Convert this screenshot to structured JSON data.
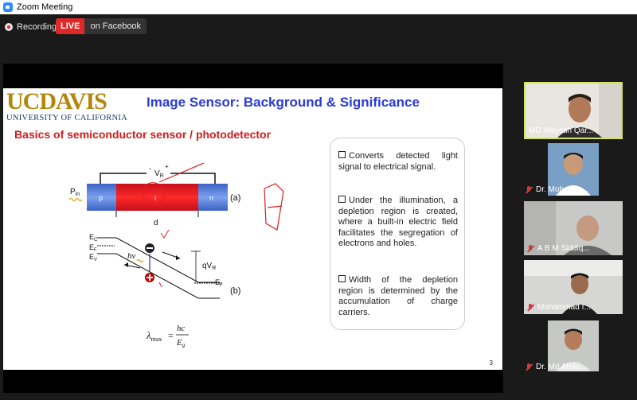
{
  "window": {
    "title": "Zoom Meeting"
  },
  "meeting_bar": {
    "recording_label": "Recording",
    "live_label": "LIVE",
    "destination_label": "on Facebook"
  },
  "slide": {
    "logo_main": "UCDAVIS",
    "logo_sub": "UNIVERSITY OF CALIFORNIA",
    "title": "Image Sensor: Background & Significance",
    "subtitle": "Basics of semiconductor sensor / photodetector",
    "page_number": "3",
    "diagram": {
      "p_in": "P",
      "p_in_sub": "in",
      "vr_label": "V",
      "vr_sub": "R",
      "minus": "-",
      "plus": "+",
      "p_label": "p",
      "i_label": "i",
      "n_label": "n",
      "d_label": "d",
      "ec_label": "E",
      "ec_sub": "C",
      "ef_label": "E",
      "ef_sub": "F",
      "ev_label": "E",
      "ev_sub": "V",
      "ef_right": "E",
      "ef_right_sub": "F",
      "hv_label": "hv",
      "qvr_label": "qV",
      "qvr_sub": "R",
      "label_a": "(a)",
      "label_b": "(b)",
      "formula_lambda": "λ",
      "formula_sub": "max",
      "formula_eq": "=",
      "formula_num": "hc",
      "formula_den": "E",
      "formula_den_sub": "g"
    },
    "bullets": [
      "Converts detected light signal to electrical signal.",
      "Under the illumination, a depletion region is created, where a built-in electric field facilitates the segregation of electrons and holes.",
      "Width of the depletion region is determined by the accumulation of charge carriers."
    ]
  },
  "participants": [
    {
      "name": "MD Wayesh Qar...",
      "muted": false,
      "active": true
    },
    {
      "name": "Dr. Mohamm...",
      "muted": true,
      "active": false
    },
    {
      "name": "A B M Siddiq...",
      "muted": true,
      "active": false
    },
    {
      "name": "Mohammad I...",
      "muted": true,
      "active": false
    },
    {
      "name": "Dr. Md Abdu...",
      "muted": true,
      "active": false
    }
  ],
  "colors": {
    "live": "#e02828",
    "accent_tile_border": "#d4e45a",
    "slide_title": "#2a3bd6",
    "subtitle": "#d41a1a",
    "logo_gold": "#b4860b",
    "logo_navy": "#1d3a6e",
    "p_region": "#5b7fd6",
    "i_region": "#e0141e",
    "n_region": "#5b7fd6"
  }
}
